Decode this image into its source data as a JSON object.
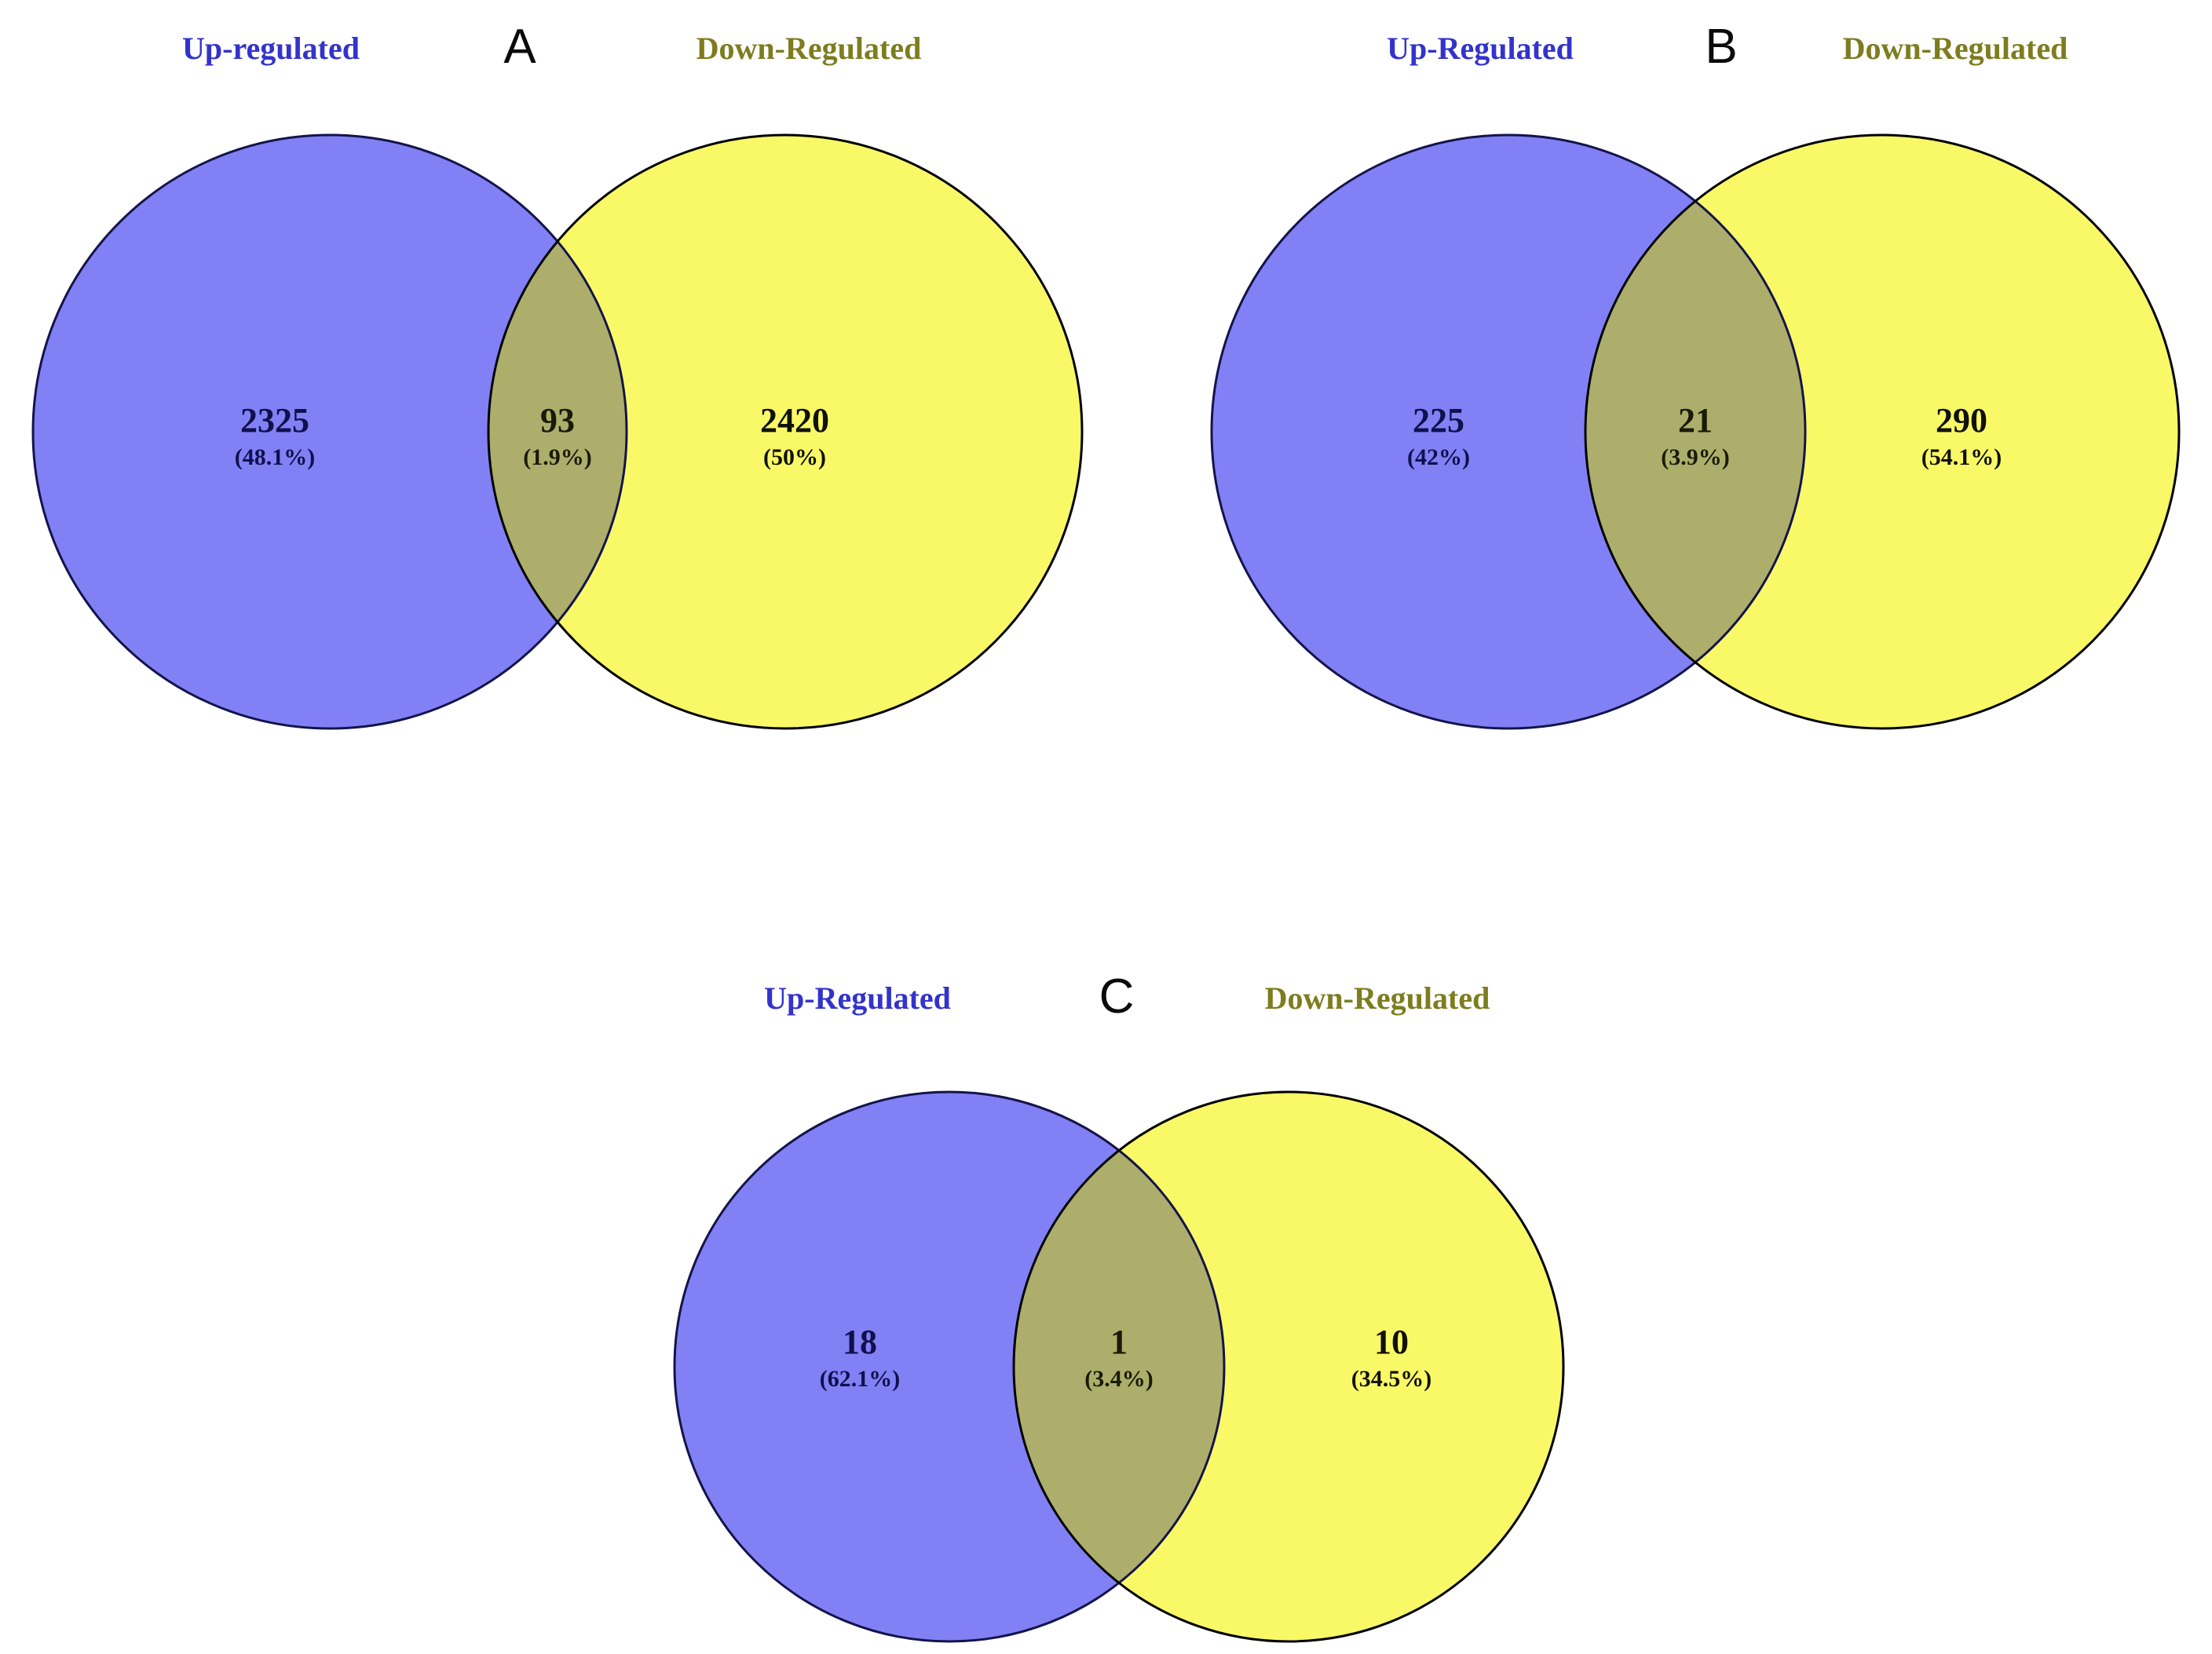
{
  "colors": {
    "up_fill": "#8181F5",
    "down_fill": "#F9F968",
    "overlap_fill": "#AEAE6C",
    "up_stroke": "#14144A",
    "down_stroke": "#000000",
    "up_label_color": "#3333CC",
    "down_label_color": "#7D7D1F",
    "up_text_color": "#10104D",
    "overlap_text_color": "#1A1A08",
    "down_text_color": "#111108"
  },
  "panels": [
    {
      "letter": "A",
      "up_label": "Up-regulated",
      "down_label": "Down-Regulated",
      "up": {
        "value": "2325",
        "pct": "(48.1%)"
      },
      "overlap": {
        "value": "93",
        "pct": "(1.9%)"
      },
      "down": {
        "value": "2420",
        "pct": "(50%)"
      }
    },
    {
      "letter": "B",
      "up_label": "Up-Regulated",
      "down_label": "Down-Regulated",
      "up": {
        "value": "225",
        "pct": "(42%)"
      },
      "overlap": {
        "value": "21",
        "pct": "(3.9%)"
      },
      "down": {
        "value": "290",
        "pct": "(54.1%)"
      }
    },
    {
      "letter": "C",
      "up_label": "Up-Regulated",
      "down_label": "Down-Regulated",
      "up": {
        "value": "18",
        "pct": "(62.1%)"
      },
      "overlap": {
        "value": "1",
        "pct": "(3.4%)"
      },
      "down": {
        "value": "10",
        "pct": "(34.5%)"
      }
    }
  ],
  "chart_data": [
    {
      "type": "venn",
      "panel": "A",
      "sets": [
        {
          "label": "Up-regulated",
          "unique_value": 2325,
          "unique_pct": "48.1%"
        },
        {
          "label": "Down-Regulated",
          "unique_value": 2420,
          "unique_pct": "50%"
        }
      ],
      "intersection": {
        "value": 93,
        "pct": "1.9%"
      },
      "legend_position": "top",
      "set_colors": [
        "#8181F5",
        "#F9F968"
      ]
    },
    {
      "type": "venn",
      "panel": "B",
      "sets": [
        {
          "label": "Up-Regulated",
          "unique_value": 225,
          "unique_pct": "42%"
        },
        {
          "label": "Down-Regulated",
          "unique_value": 290,
          "unique_pct": "54.1%"
        }
      ],
      "intersection": {
        "value": 21,
        "pct": "3.9%"
      },
      "legend_position": "top",
      "set_colors": [
        "#8181F5",
        "#F9F968"
      ]
    },
    {
      "type": "venn",
      "panel": "C",
      "sets": [
        {
          "label": "Up-Regulated",
          "unique_value": 18,
          "unique_pct": "62.1%"
        },
        {
          "label": "Down-Regulated",
          "unique_value": 10,
          "unique_pct": "34.5%"
        }
      ],
      "intersection": {
        "value": 1,
        "pct": "3.4%"
      },
      "legend_position": "top",
      "set_colors": [
        "#8181F5",
        "#F9F968"
      ]
    }
  ]
}
